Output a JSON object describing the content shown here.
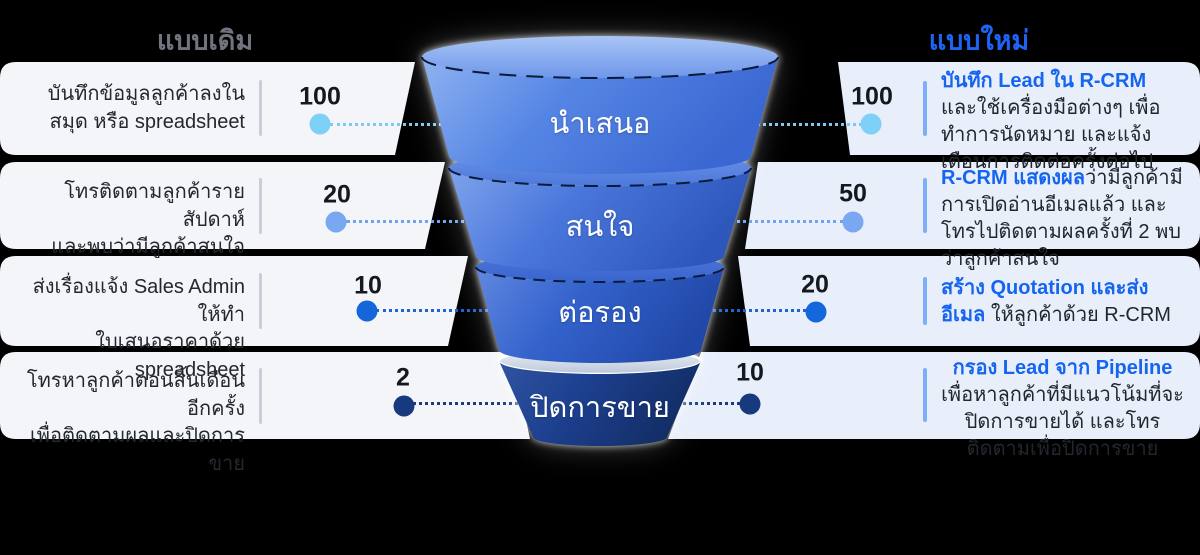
{
  "headers": {
    "old": "แบบเดิม",
    "new": "แบบใหม่"
  },
  "funnel": {
    "stages": [
      {
        "label": "นำเสนอ"
      },
      {
        "label": "สนใจ"
      },
      {
        "label": "ต่อรอง"
      },
      {
        "label": "ปิดการขาย"
      }
    ],
    "segment_colors": [
      "#4C7CDF",
      "#3E6ED6",
      "#2F5CC6",
      "#1C3F92"
    ]
  },
  "rows": [
    {
      "left": {
        "line1": "บันทึกข้อมูลลูกค้าลงใน",
        "line2": "สมุด หรือ spreadsheet",
        "value": "100"
      },
      "right": {
        "value": "100",
        "highlight": "บันทึก Lead ใน R-CRM",
        "rest": " และใช้เครื่องมือต่างๆ เพื่อทำการนัดหมาย และแจ้งเตือนการติดต่อครั้งต่อไป"
      },
      "dot_color": "#7ED0F6",
      "line_color": "#7EC9F2"
    },
    {
      "left": {
        "line1": "โทรติดตามลูกค้ารายสัปดาห์",
        "line2": "และพบว่ามีลูกค้าสนใจ",
        "value": "20"
      },
      "right": {
        "value": "50",
        "highlight": "R-CRM แสดงผล",
        "rest": "ว่ามีลูกค้ามีการเปิดอ่านอีเมลแล้ว และโทรไปติดตามผลครั้งที่ 2 พบว่าลูกค้าสนใจ"
      },
      "dot_color": "#79A7F2",
      "line_color": "#6FA3F0"
    },
    {
      "left": {
        "line1": "ส่งเรื่องแจ้ง Sales Admin ให้ทำ",
        "line2": "ใบเสนอราคาด้วย spreadsheet",
        "value": "10"
      },
      "right": {
        "value": "20",
        "highlight": "สร้าง Quotation และส่งอีเมล",
        "rest": " ให้ลูกค้าด้วย R-CRM"
      },
      "dot_color": "#1566DB",
      "line_color": "#1E63D8"
    },
    {
      "left": {
        "line1": "โทรหาลูกค้าตอนสิ้นเดือนอีกครั้ง",
        "line2": "เพื่อติดตามผลและปิดการขาย",
        "value": "2"
      },
      "right": {
        "value": "10",
        "highlight": "กรอง Lead จาก Pipeline",
        "rest": " เพื่อหาลูกค้าที่มีแนวโน้มที่จะปิดการขายได้ และโทรติดตามเพื่อปิดการขาย"
      },
      "dot_color": "#17397E",
      "line_color": "#1A3C7E"
    }
  ],
  "colors": {
    "old_header": "#70747E",
    "new_header": "#1D63F5",
    "highlight_text": "#1565F0",
    "left_card_bg": "#F3F5F8",
    "right_card_bg": "#E8EFFB"
  }
}
